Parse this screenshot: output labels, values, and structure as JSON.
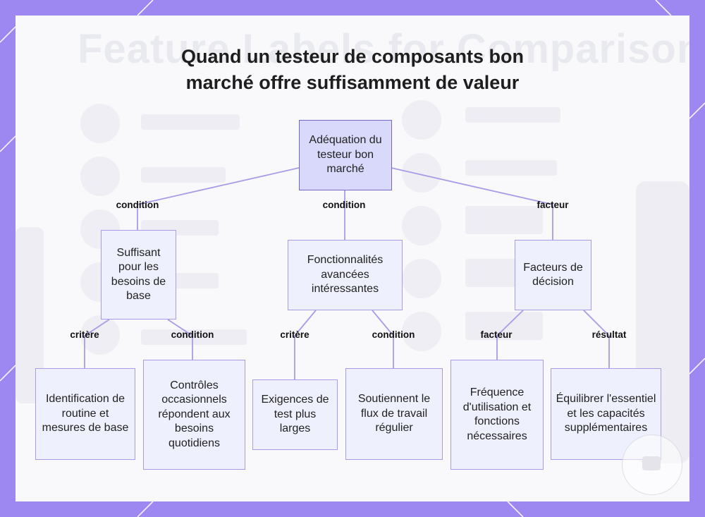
{
  "title": {
    "line1": "Quand un testeur de composants bon",
    "line2": "marché offre suffisamment de valeur"
  },
  "nodes": {
    "root": "Adéquation du testeur bon marché",
    "basic": "Suffisant pour les besoins de base",
    "advanced": "Fonctionnalités avancées intéressantes",
    "factors": "Facteurs de décision",
    "identification": "Identification de routine et mesures de base",
    "occasional": "Contrôles occasionnels répondent aux besoins quotidiens",
    "broader": "Exigences de test plus larges",
    "workflow": "Soutiennent le flux de travail régulier",
    "frequency": "Fréquence d'utilisation et fonctions nécessaires",
    "balance": "Équilibrer l'essentiel et les capacités supplémentaires"
  },
  "edge_labels": {
    "root_basic": "condition",
    "root_advanced": "condition",
    "root_factors": "facteur",
    "basic_identification": "critère",
    "basic_occasional": "condition",
    "advanced_broader": "critère",
    "advanced_workflow": "condition",
    "factors_frequency": "facteur",
    "factors_balance": "résultat"
  },
  "colors": {
    "border_background": "#9d87f0",
    "panel": "#f9f9fc",
    "node_fill": "#eef0fd",
    "root_fill": "#d9dafb",
    "edge": "#a99be6"
  }
}
